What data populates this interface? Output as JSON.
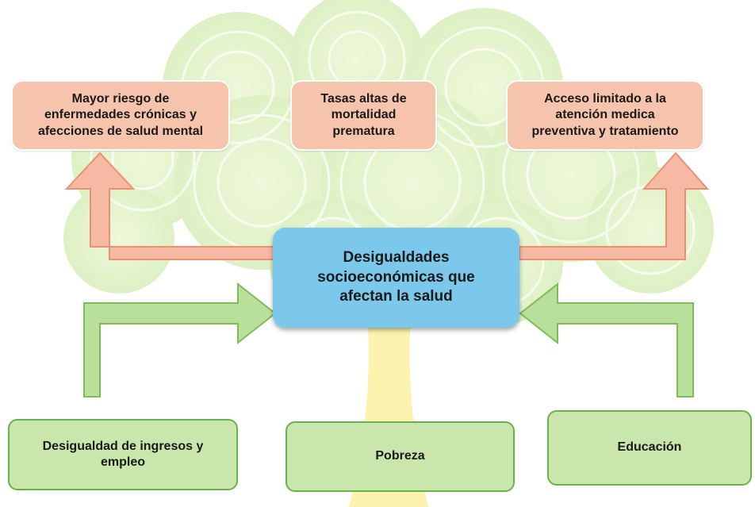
{
  "diagram": {
    "center": {
      "label": "Desigualdades\nsocioeconómicas que\nafectan la salud"
    },
    "effects": [
      {
        "label": "Mayor riesgo de\nenfermedades crónicas y\nafecciones de salud mental"
      },
      {
        "label": "Tasas altas de\nmortalidad\nprematura"
      },
      {
        "label": "Acceso limitado a la\natención medica\npreventiva y tratamiento"
      }
    ],
    "causes": [
      {
        "label": "Desigualdad de ingresos y\nempleo"
      },
      {
        "label": "Pobreza"
      },
      {
        "label": "Educación"
      }
    ]
  },
  "colors": {
    "center_fill": "#7cc8ea",
    "effect_fill": "#f6c3ac",
    "effect_arrow": "#f39a7e",
    "cause_fill": "#c9e7ac",
    "cause_border": "#6ab04c",
    "cause_arrow": "#8fcf6a",
    "trunk": "#fbe86b"
  },
  "background": {
    "icon": "tree-illustration"
  }
}
